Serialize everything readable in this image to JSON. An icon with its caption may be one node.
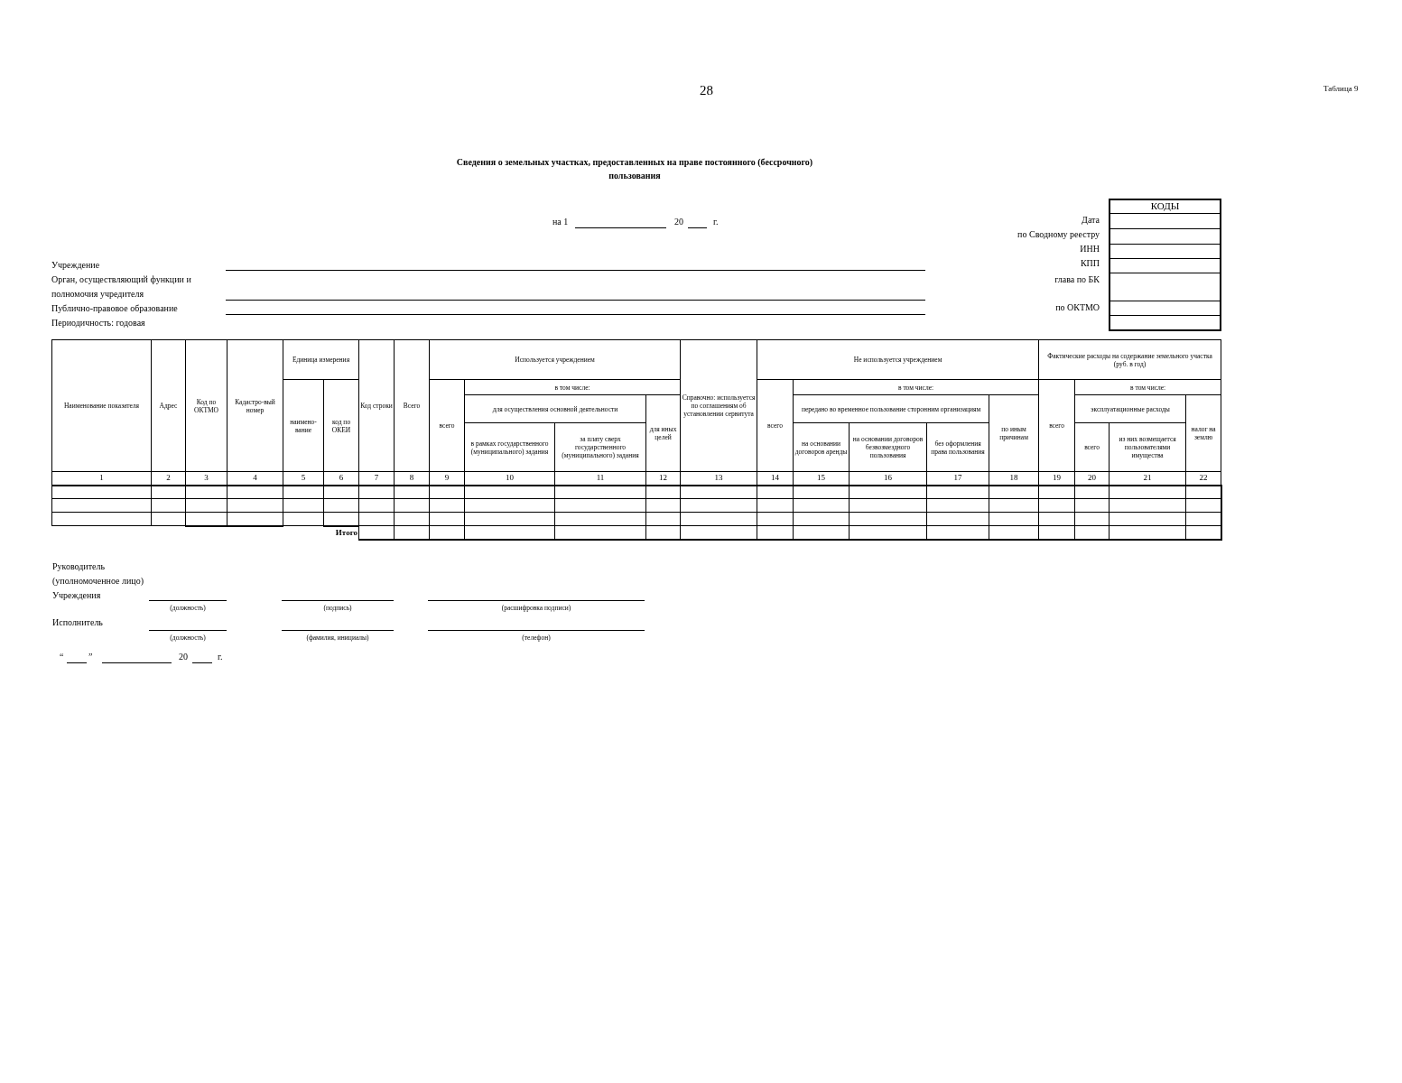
{
  "diagram": {
    "title": "Сведения о земельных участках, предоставленных на праве постоянного (бессрочного) пользования",
    "labels": [
      "28",
      "Таблица 9",
      "на 1",
      "20",
      "г.",
      "КОДЫ",
      "Дата",
      "по Сводному реестру",
      "ИНН",
      "Учреждение",
      "КПП",
      "Орган, осуществляющий функции и полномочия учредителя",
      "глава по БК",
      "Публично-правовое образование",
      "по ОКТМО",
      "Периодичность: годовая",
      "Наименование показателя",
      "Адрес",
      "Код по ОКТМО",
      "Кадастро-вый номер",
      "Единица измерения",
      "Код строки",
      "Всего",
      "Используется учреждением",
      "Справочно: используется по соглашениям об установлении сервитута",
      "Не используется учреждением",
      "Фактические расходы на содержание земельного участка (руб. в год)",
      "наимено-вание",
      "код по ОКЕИ",
      "всего",
      "в том числе:",
      "всего",
      "в том числе:",
      "всего",
      "в том числе:",
      "для осуществления основной деятельности",
      "для иных целей",
      "передано во временное пользование сторонним организациям",
      "по иным причинам",
      "эксплуатационные расходы",
      "налог на землю",
      "в рамках государственного (муниципального) задания",
      "за плату сверх государственного (муниципального) задания",
      "на основании договоров аренды",
      "на основании договоров безвозмездного пользования",
      "без оформления права пользования",
      "всего",
      "из них возмещается пользователями имущества",
      "1",
      "2",
      "3",
      "4",
      "5",
      "6",
      "7",
      "8",
      "9",
      "10",
      "11",
      "12",
      "13",
      "14",
      "15",
      "16",
      "17",
      "18",
      "19",
      "20",
      "21",
      "22",
      "Итого",
      "Руководитель (уполномоченное лицо) Учреждения",
      "(должность)",
      "(подпись)",
      "(расшифровка подписи)",
      "Исполнитель",
      "(должность)",
      "(фамилия, инициалы)",
      "(телефон)",
      "“",
      "”",
      "20",
      "г."
    ]
  }
}
